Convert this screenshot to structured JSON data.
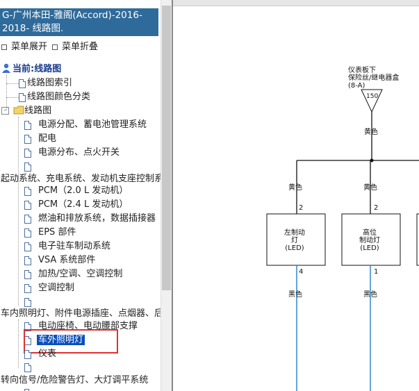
{
  "sidebar": {
    "title": "G-广州本田-雅阁(Accord)-2016-2018- 线路图.",
    "menu_expand": "菜单展开",
    "menu_collapse": "菜单折叠",
    "root": "当前:线路图",
    "items": [
      "线路图索引",
      "线路图颜色分类",
      "线路图",
      "电源分配、蓄电池管理系统",
      "配电",
      "电源分布、点火开关",
      "起动系统、充电系统、发动机支座控制系",
      "PCM（2.0 L 发动机）",
      "PCM（2.4 L 发动机）",
      "燃油和排放系统，数据插接器",
      "EPS 部件",
      "电子驻车制动系统",
      "VSA 系统部件",
      "加热/空调、空调控制",
      "空调控制",
      "车内照明灯、附件电源插座、点烟器、后",
      "电动座椅、电动腰部支撑",
      "车外照明灯",
      "仪表",
      "转向信号/危险警告灯、大灯调平系统"
    ]
  },
  "diagram": {
    "source_label_line1": "仪表板下",
    "source_label_line2": "保险丝/继电器盒",
    "source_label_line3": "(8-A)",
    "fuse_number": "150",
    "wire_main": "黄色",
    "wire_left": "黄色",
    "wire_mid": "黄色",
    "pin_left_top": "2",
    "pin_mid_top": "2",
    "comp_left_l1": "左制动",
    "comp_left_l2": "灯",
    "comp_left_l3": "(LED)",
    "comp_mid_l1": "高位",
    "comp_mid_l2": "制动灯",
    "comp_mid_l3": "(LED)",
    "pin_left_bottom": "4",
    "pin_mid_bottom": "1",
    "ground_left": "黑色",
    "ground_mid": "黑色"
  },
  "colors": {
    "title_bg": "#2f6b9a",
    "selection_bg": "#0a4fbf",
    "highlight_border": "#e03030",
    "ground_wire": "#3a8fd0"
  }
}
